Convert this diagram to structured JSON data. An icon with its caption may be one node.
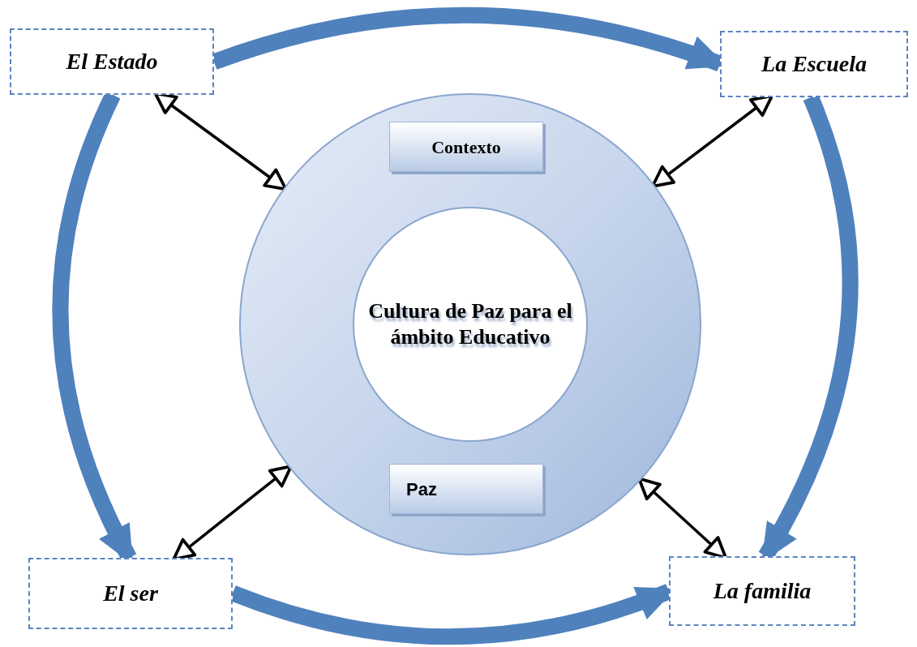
{
  "diagram": {
    "nodes": [
      {
        "text": [
          "El Estado"
        ]
      },
      {
        "text": [
          "La Escuela"
        ]
      },
      {
        "text": [
          "Cultura de Paz para el ámbito Educativo"
        ]
      },
      {
        "text": [
          "Contexto"
        ],
        "in": 2
      },
      {
        "text": [
          "Paz"
        ],
        "in": 2
      },
      {
        "text": [
          "El ser"
        ]
      },
      {
        "text": [
          "La familia"
        ]
      }
    ],
    "edges": [
      {
        "from": 0,
        "to": 1,
        "arrow": "to",
        "style": "thick",
        "color": "#4f81bd"
      },
      {
        "from": 0,
        "to": 2,
        "arrow": "both",
        "color": "#000000"
      },
      {
        "from": 1,
        "to": 2,
        "arrow": "both",
        "color": "#000000"
      },
      {
        "from": 0,
        "to": 5,
        "arrow": "to",
        "style": "thick",
        "color": "#4f81bd"
      },
      {
        "from": 1,
        "to": 6,
        "arrow": "to",
        "style": "thick",
        "color": "#4f81bd"
      },
      {
        "from": 5,
        "to": 2,
        "arrow": "both",
        "color": "#000000"
      },
      {
        "from": 6,
        "to": 2,
        "arrow": "both",
        "color": "#000000"
      },
      {
        "from": 5,
        "to": 6,
        "arrow": "to",
        "style": "thick",
        "color": "#4f81bd"
      }
    ]
  }
}
